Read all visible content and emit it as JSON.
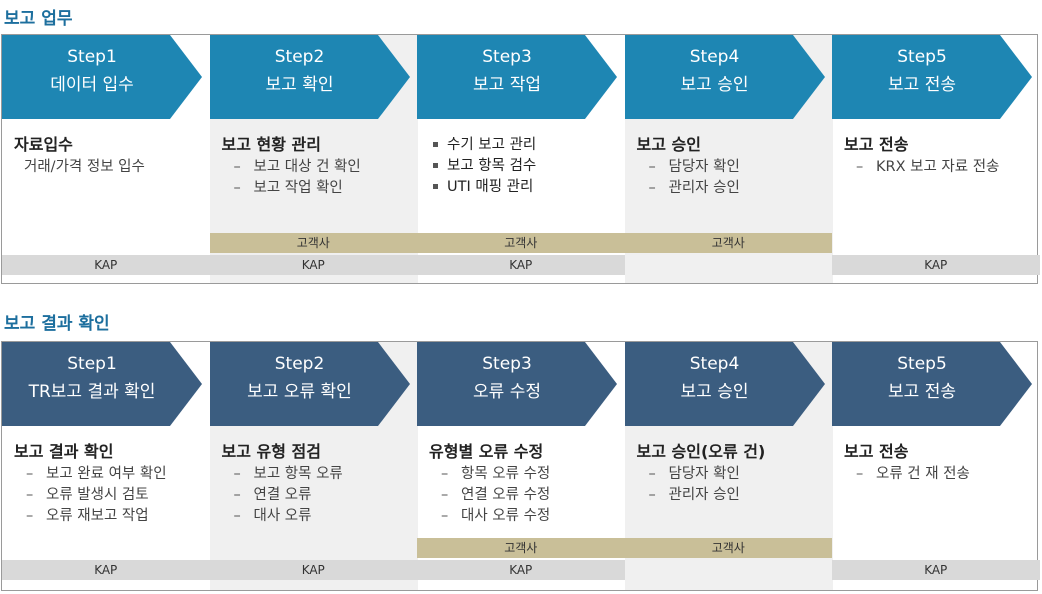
{
  "sections": [
    {
      "title": "보고 업무",
      "color": "#1e86b3",
      "steps": [
        {
          "step": "Step1",
          "name": "데이터 입수",
          "heading": "자료입수",
          "items": [
            "거래/가격 정보 입수"
          ],
          "item_style": "plain",
          "client": "",
          "kap": "KAP"
        },
        {
          "step": "Step2",
          "name": "보고 확인",
          "heading": "보고 현황 관리",
          "items": [
            "보고 대상 건 확인",
            "보고 작업 확인"
          ],
          "item_style": "dash",
          "client": "고객사",
          "kap": "KAP"
        },
        {
          "step": "Step3",
          "name": "보고 작업",
          "heading": "",
          "items": [
            "수기 보고 관리",
            "보고 항목 검수",
            "UTI  매핑 관리"
          ],
          "item_style": "bullet",
          "client": "고객사",
          "kap": "KAP"
        },
        {
          "step": "Step4",
          "name": "보고 승인",
          "heading": "보고 승인",
          "items": [
            "담당자 확인",
            "관리자 승인"
          ],
          "item_style": "dash",
          "client": "고객사",
          "kap": ""
        },
        {
          "step": "Step5",
          "name": "보고 전송",
          "heading": "보고 전송",
          "items": [
            "KRX 보고 자료 전송"
          ],
          "item_style": "dash",
          "client": "",
          "kap": "KAP"
        }
      ]
    },
    {
      "title": "보고 결과 확인",
      "color": "#3b5d80",
      "steps": [
        {
          "step": "Step1",
          "name": "TR보고 결과 확인",
          "heading": "보고 결과 확인",
          "items": [
            "보고 완료 여부 확인",
            "오류 발생시 검토",
            "오류 재보고 작업"
          ],
          "item_style": "dash",
          "client": "",
          "kap": "KAP"
        },
        {
          "step": "Step2",
          "name": "보고 오류 확인",
          "heading": "보고 유형 점검",
          "items": [
            "보고 항목 오류",
            "연결 오류",
            "대사 오류"
          ],
          "item_style": "dash",
          "client": "",
          "kap": "KAP"
        },
        {
          "step": "Step3",
          "name": "오류 수정",
          "heading": "유형별 오류 수정",
          "items": [
            "항목 오류 수정",
            "연결 오류 수정",
            "대사 오류  수정"
          ],
          "item_style": "dash",
          "client": "고객사",
          "kap": "KAP"
        },
        {
          "step": "Step4",
          "name": "보고 승인",
          "heading": "보고 승인(오류 건)",
          "items": [
            "담당자 확인",
            "관리자 승인"
          ],
          "item_style": "dash",
          "client": "고객사",
          "kap": ""
        },
        {
          "step": "Step5",
          "name": "보고 전송",
          "heading": "보고 전송",
          "items": [
            "오류 건 재 전송"
          ],
          "item_style": "dash",
          "client": "",
          "kap": "KAP"
        }
      ]
    }
  ]
}
